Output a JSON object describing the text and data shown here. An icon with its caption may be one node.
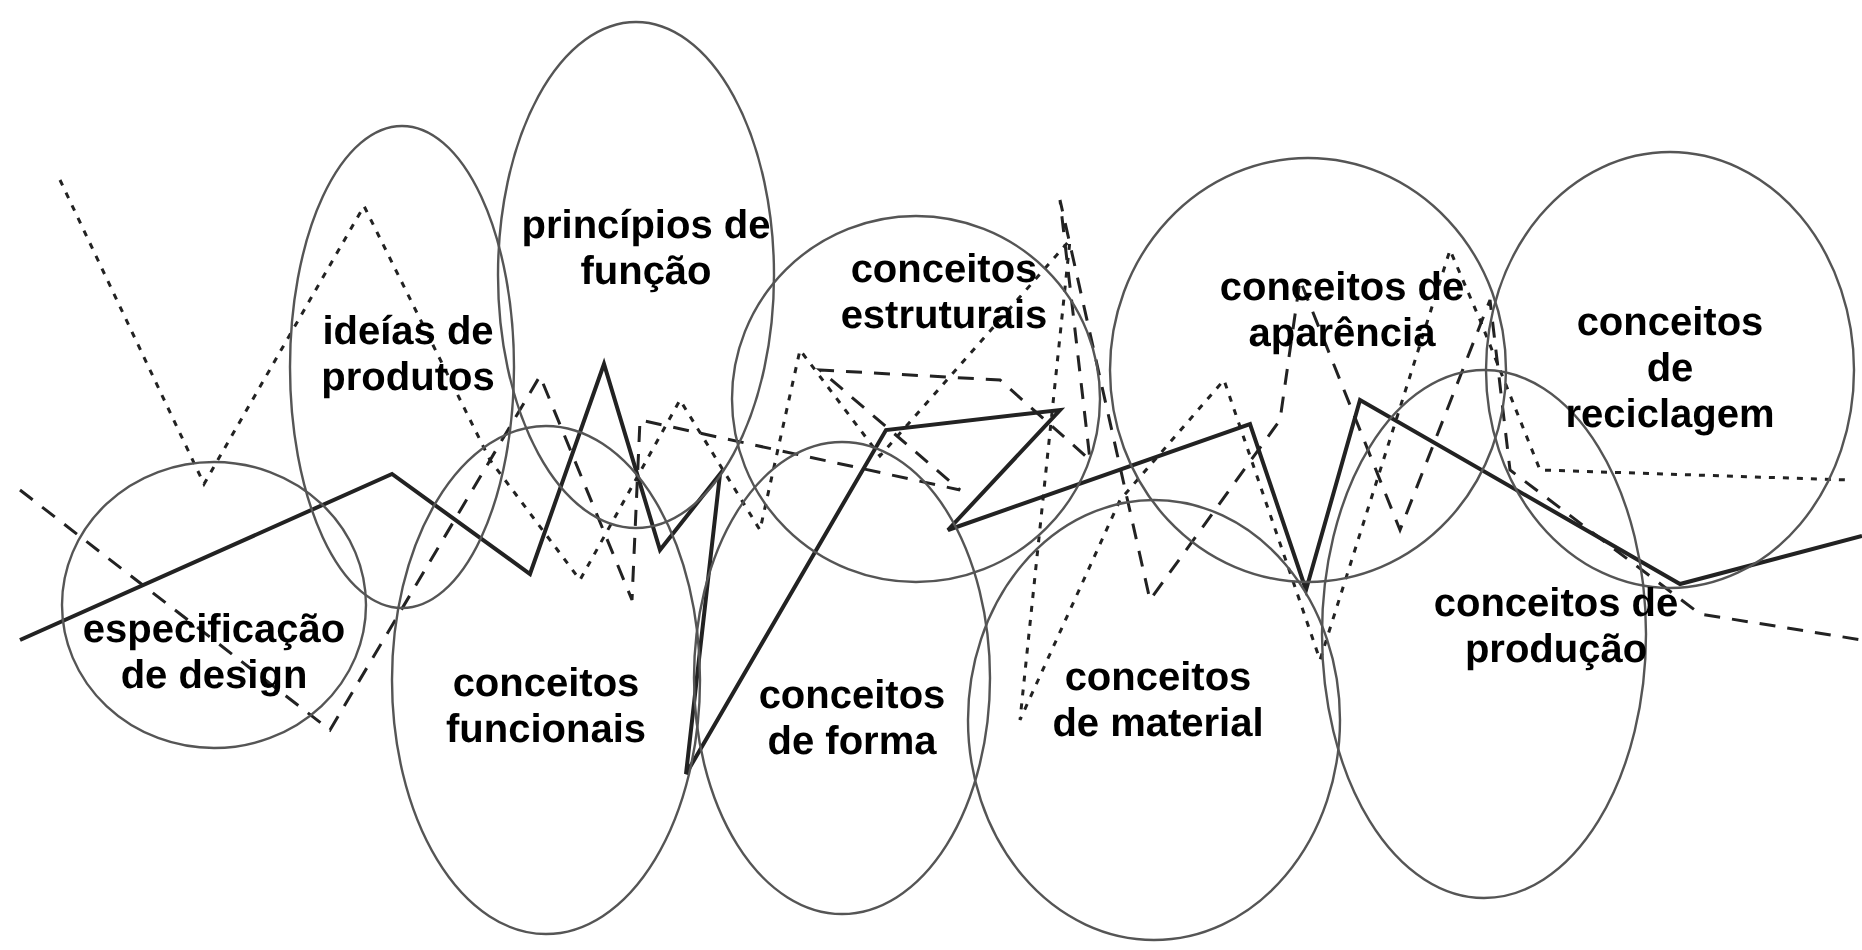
{
  "diagram": {
    "nodes": [
      {
        "text": [
          "especificação de design"
        ]
      },
      {
        "text": [
          "ideías de produtos"
        ]
      },
      {
        "text": [
          "princípios de função"
        ]
      },
      {
        "text": [
          "conceitos funcionais"
        ]
      },
      {
        "text": [
          "conceitos estruturais"
        ]
      },
      {
        "text": [
          "conceitos de forma"
        ]
      },
      {
        "text": [
          "conceitos de aparência"
        ]
      },
      {
        "text": [
          "conceitos de material"
        ]
      },
      {
        "text": [
          "conceitos de reciclagem"
        ]
      },
      {
        "text": [
          "conceitos de produção"
        ]
      }
    ]
  }
}
